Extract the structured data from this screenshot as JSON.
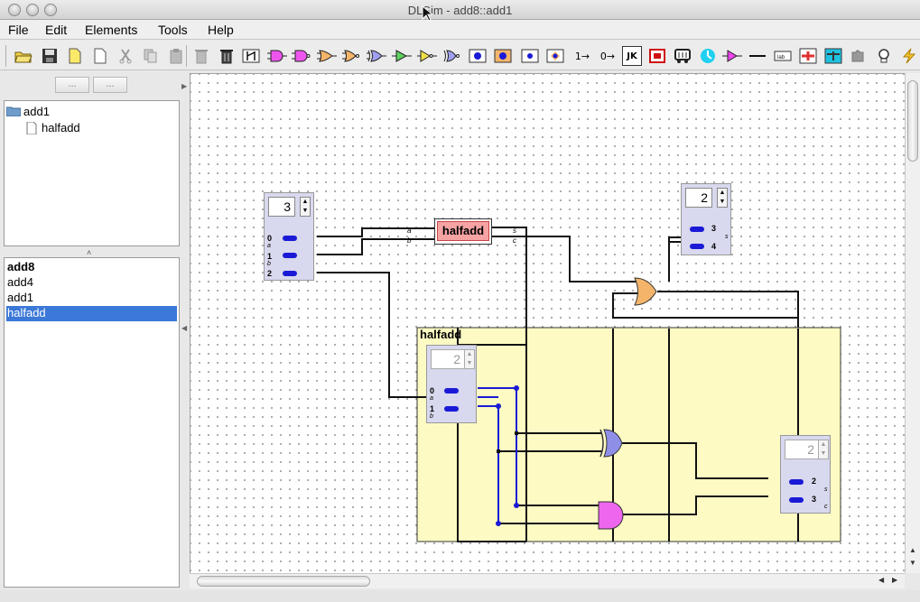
{
  "window": {
    "title": "DLSim - add8::add1"
  },
  "menu": {
    "file": "File",
    "edit": "Edit",
    "elements": "Elements",
    "tools": "Tools",
    "help": "Help"
  },
  "toolbar": {
    "open": "open-folder-icon",
    "save": "save-icon",
    "new": "new-file-icon",
    "const1": "1→",
    "const0": "0→",
    "jk": "JK"
  },
  "leftpanel": {
    "btn1": "...",
    "btn2": "...",
    "tree": {
      "root": "add1",
      "child": "halfadd"
    },
    "divider": "˄",
    "list": [
      "add8",
      "add4",
      "add1",
      "halfadd"
    ],
    "selected": "halfadd",
    "bold": "add8"
  },
  "circuit": {
    "input_top": {
      "count": "3",
      "labels": [
        "0",
        "a",
        "1",
        "b",
        "2"
      ]
    },
    "halfadd_block": {
      "label": "halfadd",
      "pins_in": [
        "a",
        "b"
      ],
      "pins_out": [
        "s",
        "c"
      ]
    },
    "output_top": {
      "count": "2",
      "labels": [
        "3",
        "4",
        "s"
      ]
    },
    "sub": {
      "title": "halfadd",
      "input": {
        "count": "2",
        "labels": [
          "0",
          "a",
          "1",
          "b"
        ]
      },
      "output": {
        "count": "2",
        "labels": [
          "2",
          "3",
          "s",
          "c"
        ]
      }
    }
  },
  "colors": {
    "or_gate": "#f4b56a",
    "xor_gate": "#8f8fe8",
    "and_gate": "#ee66ee",
    "sub_bg": "#fdfbc3",
    "selection": "#3b78d8",
    "bus": "#1a1ad6"
  }
}
